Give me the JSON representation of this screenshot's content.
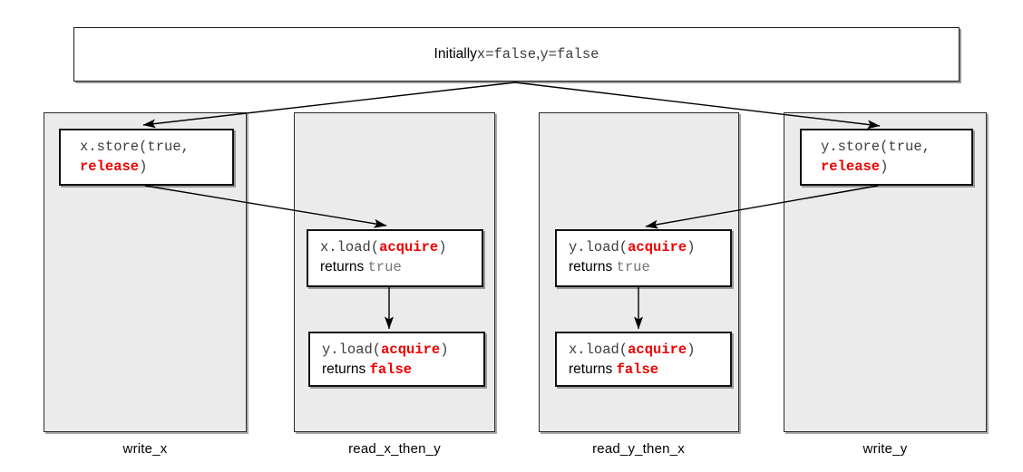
{
  "title_box": {
    "prefix": "Initially ",
    "x_init": "x=false",
    "comma": ", ",
    "y_init": "y=false"
  },
  "colors": {
    "highlight_red": "#ee0000",
    "column_fill": "#ebebeb",
    "code_text": "#3d3d3d",
    "muted_value": "#757575"
  },
  "threads": [
    {
      "label": "write_x",
      "store": {
        "call": "x.store(true,",
        "ordering": "release",
        "close_paren": ")"
      }
    },
    {
      "label": "read_x_then_y",
      "load1": {
        "call_open": "x.load(",
        "ordering": "acquire",
        "close_paren": ")",
        "returns_word": "returns ",
        "value": "true"
      },
      "load2": {
        "call_open": "y.load(",
        "ordering": "acquire",
        "close_paren": ")",
        "returns_word": "returns ",
        "value": "false"
      }
    },
    {
      "label": "read_y_then_x",
      "load1": {
        "call_open": "y.load(",
        "ordering": "acquire",
        "close_paren": ")",
        "returns_word": "returns ",
        "value": "true"
      },
      "load2": {
        "call_open": "x.load(",
        "ordering": "acquire",
        "close_paren": ")",
        "returns_word": "returns ",
        "value": "false"
      }
    },
    {
      "label": "write_y",
      "store": {
        "call": "y.store(true,",
        "ordering": "release",
        "close_paren": ")"
      }
    }
  ]
}
